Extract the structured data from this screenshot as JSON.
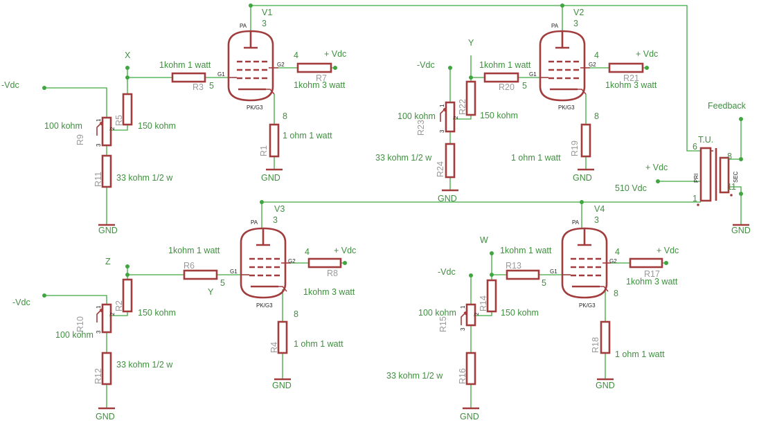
{
  "tubes": [
    {
      "ref": "V1",
      "pa": "PA",
      "pin_a": "3",
      "pin_g2": "4",
      "pin_g1": "5",
      "pin_k": "8",
      "lbl_g1": "G1",
      "lbl_g2": "G2",
      "lbl_k": "PK/G3"
    },
    {
      "ref": "V2",
      "pa": "PA",
      "pin_a": "3",
      "pin_g2": "4",
      "pin_g1": "5",
      "pin_k": "8",
      "lbl_g1": "G1",
      "lbl_g2": "G2",
      "lbl_k": "PK/G3"
    },
    {
      "ref": "V3",
      "pa": "PA",
      "pin_a": "3",
      "pin_g2": "4",
      "pin_g1": "5",
      "pin_k": "8",
      "lbl_g1": "G1",
      "lbl_g2": "G2",
      "lbl_k": "PK/G3"
    },
    {
      "ref": "V4",
      "pa": "PA",
      "pin_a": "3",
      "pin_g2": "4",
      "pin_g1": "5",
      "pin_k": "8",
      "lbl_g1": "G1",
      "lbl_g2": "G2",
      "lbl_k": "PK/G3"
    }
  ],
  "resistors": [
    {
      "ref": "R1",
      "value": "1 ohm 1 watt"
    },
    {
      "ref": "R3",
      "value": "1kohm 1 watt"
    },
    {
      "ref": "R5",
      "value": "150 kohm"
    },
    {
      "ref": "R7",
      "value": "1kohm 3 watt"
    },
    {
      "ref": "R9",
      "value": "100 kohm"
    },
    {
      "ref": "R11",
      "value": "33 kohm 1/2 w"
    },
    {
      "ref": "R19",
      "value": "1 ohm 1 watt"
    },
    {
      "ref": "R20",
      "value": "1kohm 1 watt"
    },
    {
      "ref": "R21",
      "value": "1kohm 3 watt"
    },
    {
      "ref": "R22",
      "value": "150 kohm"
    },
    {
      "ref": "R23",
      "value": "100 kohm"
    },
    {
      "ref": "R24",
      "value": "33 kohm 1/2 w"
    },
    {
      "ref": "R4",
      "value": "1 ohm 1 watt"
    },
    {
      "ref": "R6",
      "value": "1kohm 1 watt"
    },
    {
      "ref": "R2",
      "value": "150 kohm"
    },
    {
      "ref": "R8",
      "value": "1kohm 3 watt"
    },
    {
      "ref": "R10",
      "value": "100 kohm"
    },
    {
      "ref": "R12",
      "value": "33 kohm 1/2 w"
    },
    {
      "ref": "R18",
      "value": "1 ohm 1 watt"
    },
    {
      "ref": "R13",
      "value": "1kohm 1 watt"
    },
    {
      "ref": "R17",
      "value": "1kohm 3 watt"
    },
    {
      "ref": "R14",
      "value": "150 kohm"
    },
    {
      "ref": "R15",
      "value": "100 kohm"
    },
    {
      "ref": "R16",
      "value": "33 kohm 1/2 w"
    }
  ],
  "pot_pins": {
    "p1": "1",
    "p2": "2",
    "p3": "3"
  },
  "nets": {
    "vdc_plus": "+ Vdc",
    "vdc_minus": "-Vdc",
    "gnd": "GND",
    "x": "X",
    "y": "Y",
    "z": "Z",
    "w": "W",
    "feedback": "Feedback",
    "b510": "510 Vdc"
  },
  "transformer": {
    "ref": "T.U.",
    "pri": "PRI",
    "sec": "SEC",
    "pin6": "6",
    "pin1": "1",
    "pin8": "8",
    "pin11": "11"
  }
}
